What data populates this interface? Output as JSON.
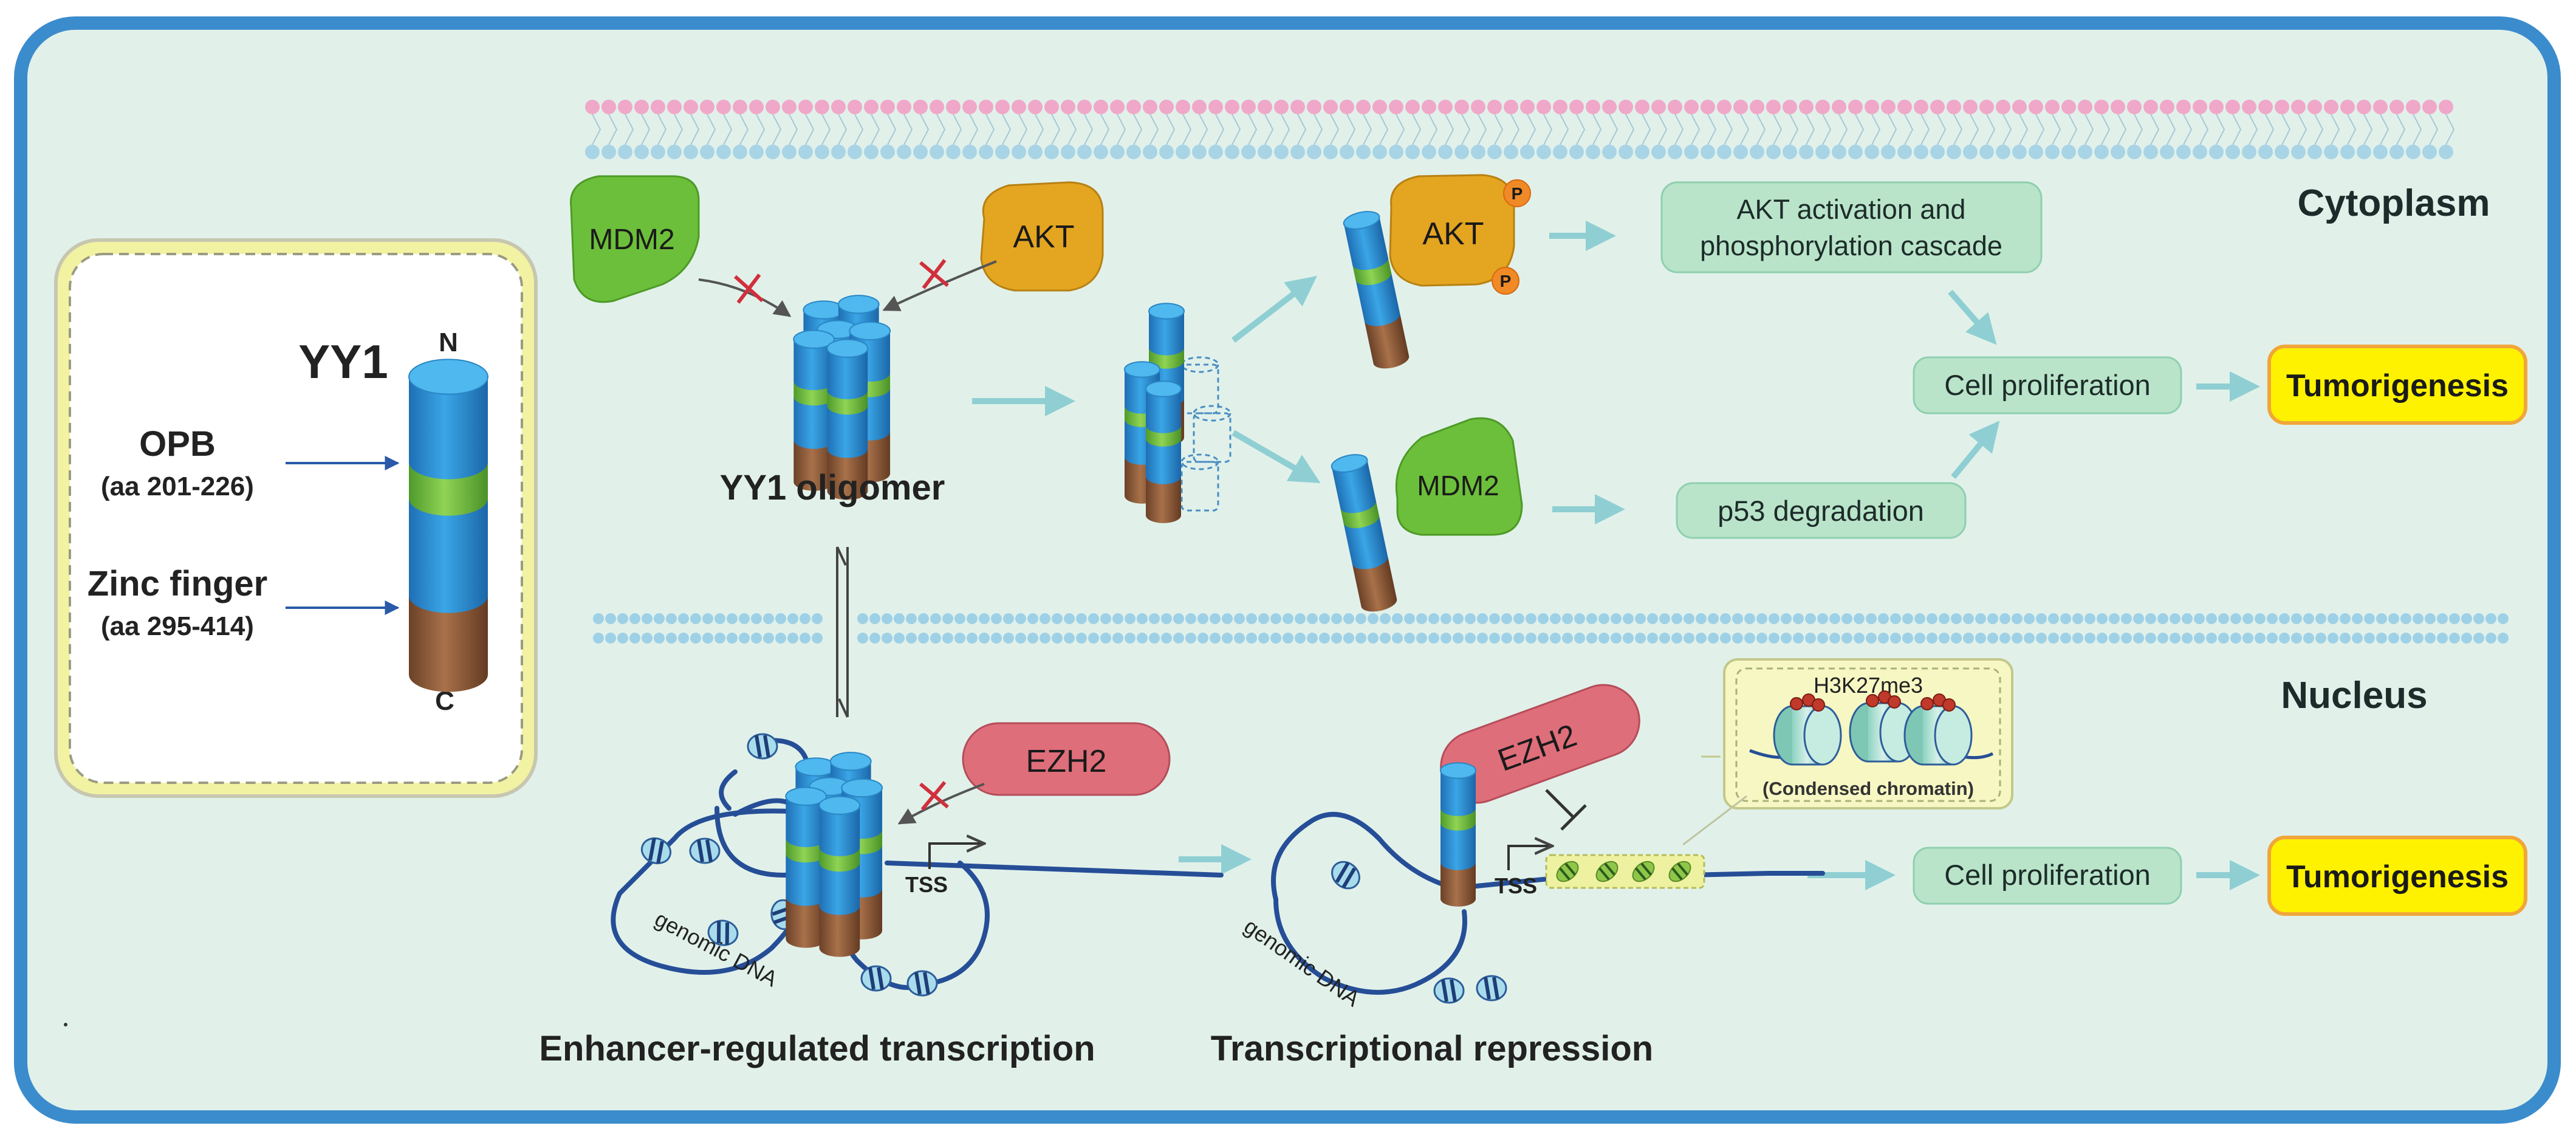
{
  "compartments": {
    "cytoplasm": "Cytoplasm",
    "nucleus": "Nucleus"
  },
  "yy1_panel": {
    "title": "YY1",
    "n_terminus": "N",
    "c_terminus": "C",
    "opb_label": "OPB",
    "opb_range": "(aa 201-226)",
    "zinc_label": "Zinc finger",
    "zinc_range": "(aa 295-414)"
  },
  "proteins": {
    "mdm2": "MDM2",
    "akt": "AKT",
    "ezh2": "EZH2",
    "phospho": "P"
  },
  "oligomer_label": "YY1 oligomer",
  "cytoplasm_boxes": {
    "akt_activation": [
      "AKT activation and",
      "phosphorylation cascade"
    ],
    "p53": "p53 degradation",
    "cell_proliferation": "Cell proliferation",
    "tumorigenesis": "Tumorigenesis"
  },
  "nucleus": {
    "tss": "TSS",
    "genomic_dna": "genomic DNA",
    "h3k27me3": "H3K27me3",
    "condensed": "(Condensed chromatin)",
    "cell_proliferation": "Cell proliferation",
    "tumorigenesis": "Tumorigenesis",
    "enhancer_label": "Enhancer-regulated transcription",
    "repression_label": "Transcriptional repression"
  },
  "colors": {
    "frame": "#3b8ccc",
    "background": "#e1f1ea",
    "cylinder_blue": "#2f8fd0",
    "cylinder_green": "#79c143",
    "cylinder_brown": "#8a5a3a",
    "mdm2": "#6cbf3a",
    "akt": "#e4a521",
    "ezh2": "#de6e7a",
    "tumor": "#fff200",
    "box_green": "#b9e4c9",
    "inhibit_red": "#d12f3c"
  }
}
